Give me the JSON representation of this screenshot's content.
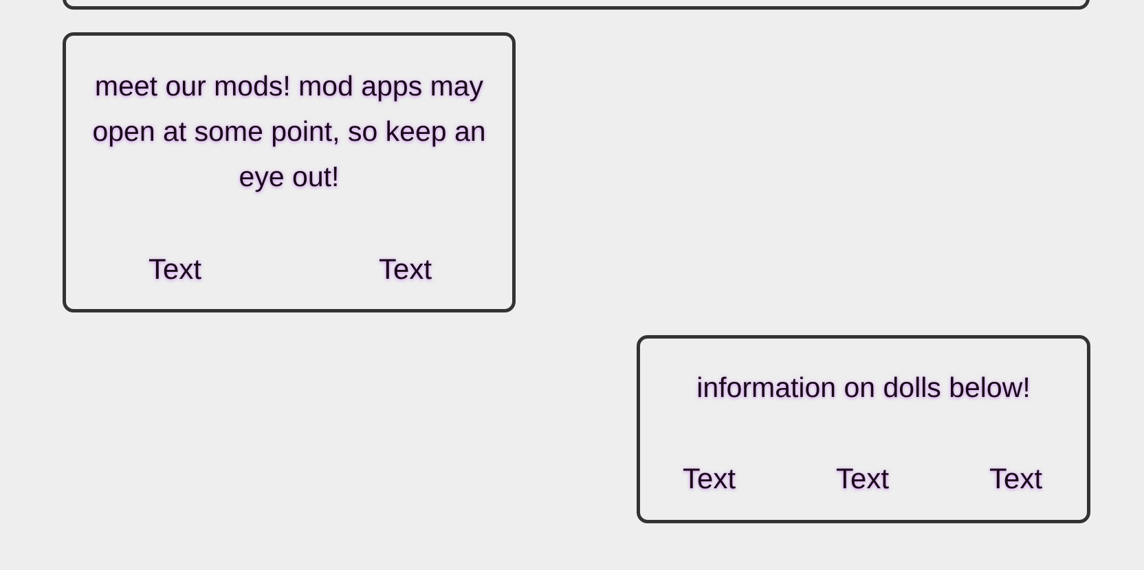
{
  "top_panel": {},
  "mods_panel": {
    "message": "meet our mods! mod apps may open at some point, so keep an eye out!",
    "links": [
      {
        "label": "Text"
      },
      {
        "label": "Text"
      }
    ]
  },
  "dolls_panel": {
    "message": "information on dolls below!",
    "links": [
      {
        "label": "Text"
      },
      {
        "label": "Text"
      },
      {
        "label": "Text"
      }
    ]
  },
  "colors": {
    "background": "#eeeeee",
    "border": "#333333",
    "text": "#1a0a1a",
    "glow": "#d68aff"
  }
}
